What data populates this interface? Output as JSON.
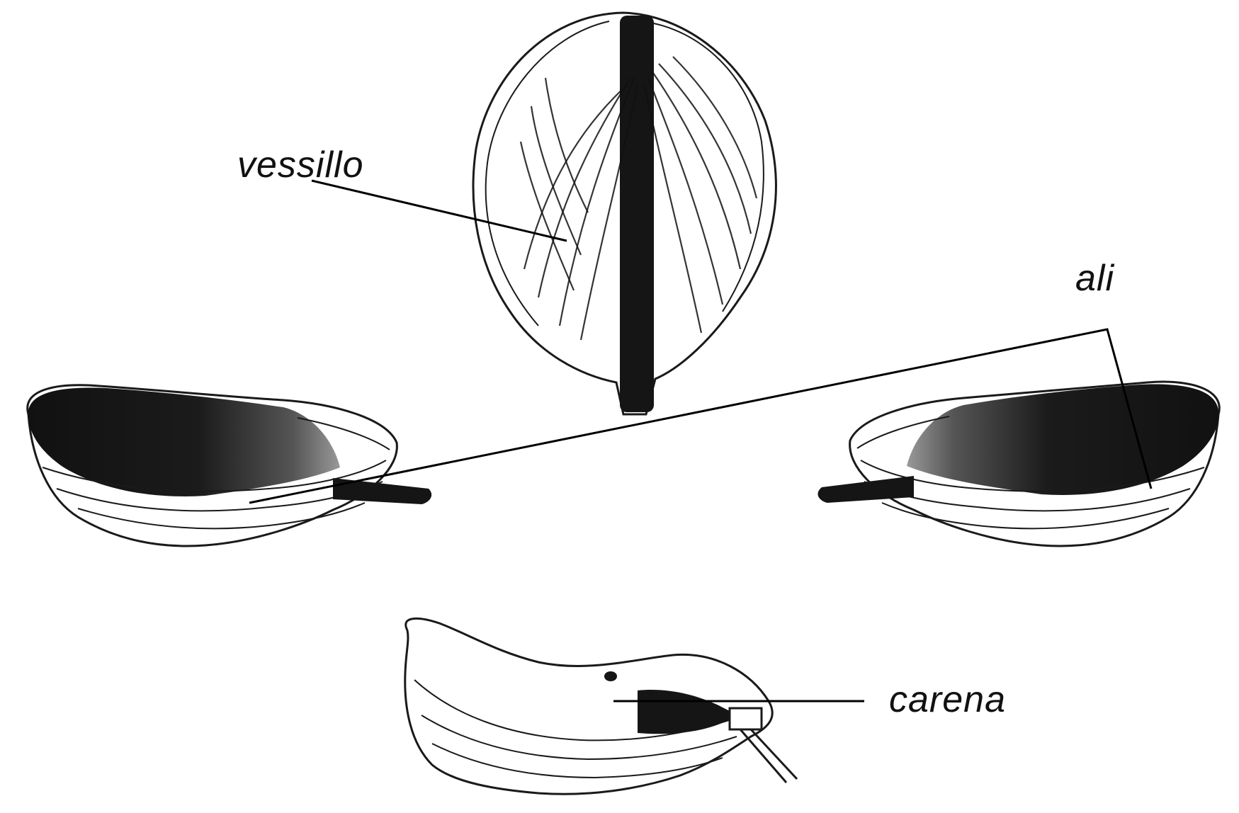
{
  "labels": {
    "standard": "vessillo",
    "wings": "ali",
    "keel": "carena"
  },
  "colors": {
    "ink": "#111111",
    "paper": "#ffffff"
  }
}
